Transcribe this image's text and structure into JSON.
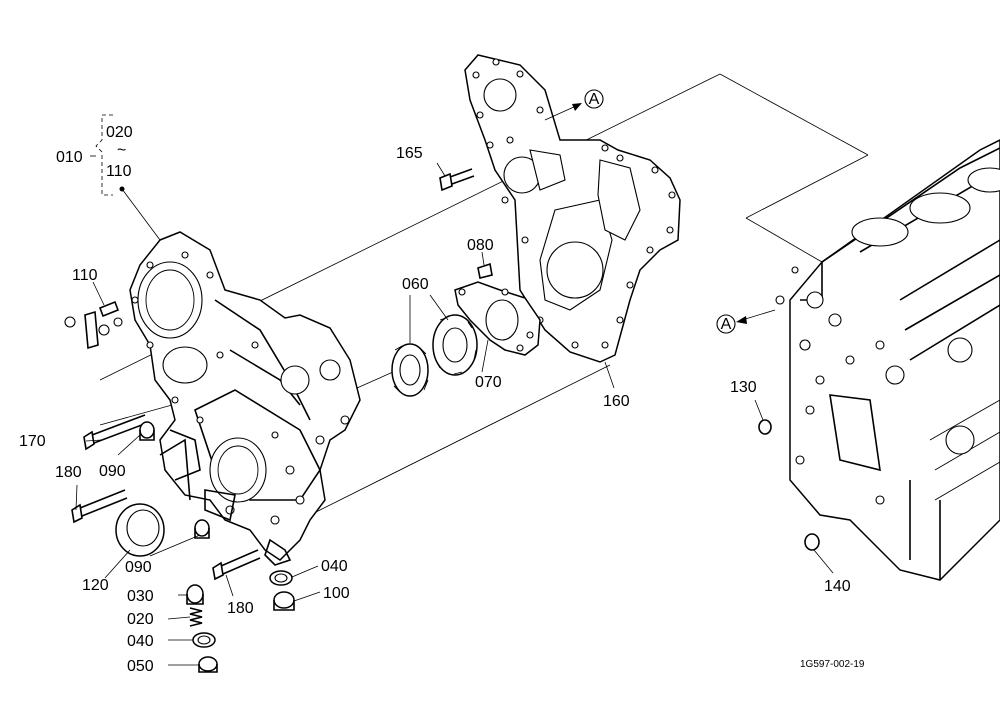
{
  "drawing_code": "1G597-002-19",
  "ref_mark": "A",
  "group": {
    "id": "010",
    "range_start": "020",
    "range_sep": "~",
    "range_end": "110"
  },
  "labels": {
    "p020": "020",
    "p030": "030",
    "p040a": "040",
    "p040b": "040",
    "p050": "050",
    "p060": "060",
    "p070": "070",
    "p080": "080",
    "p090a": "090",
    "p090b": "090",
    "p100": "100",
    "p110": "110",
    "p120": "120",
    "p130": "130",
    "p140": "140",
    "p160": "160",
    "p165": "165",
    "p170": "170",
    "p180a": "180",
    "p180b": "180"
  }
}
